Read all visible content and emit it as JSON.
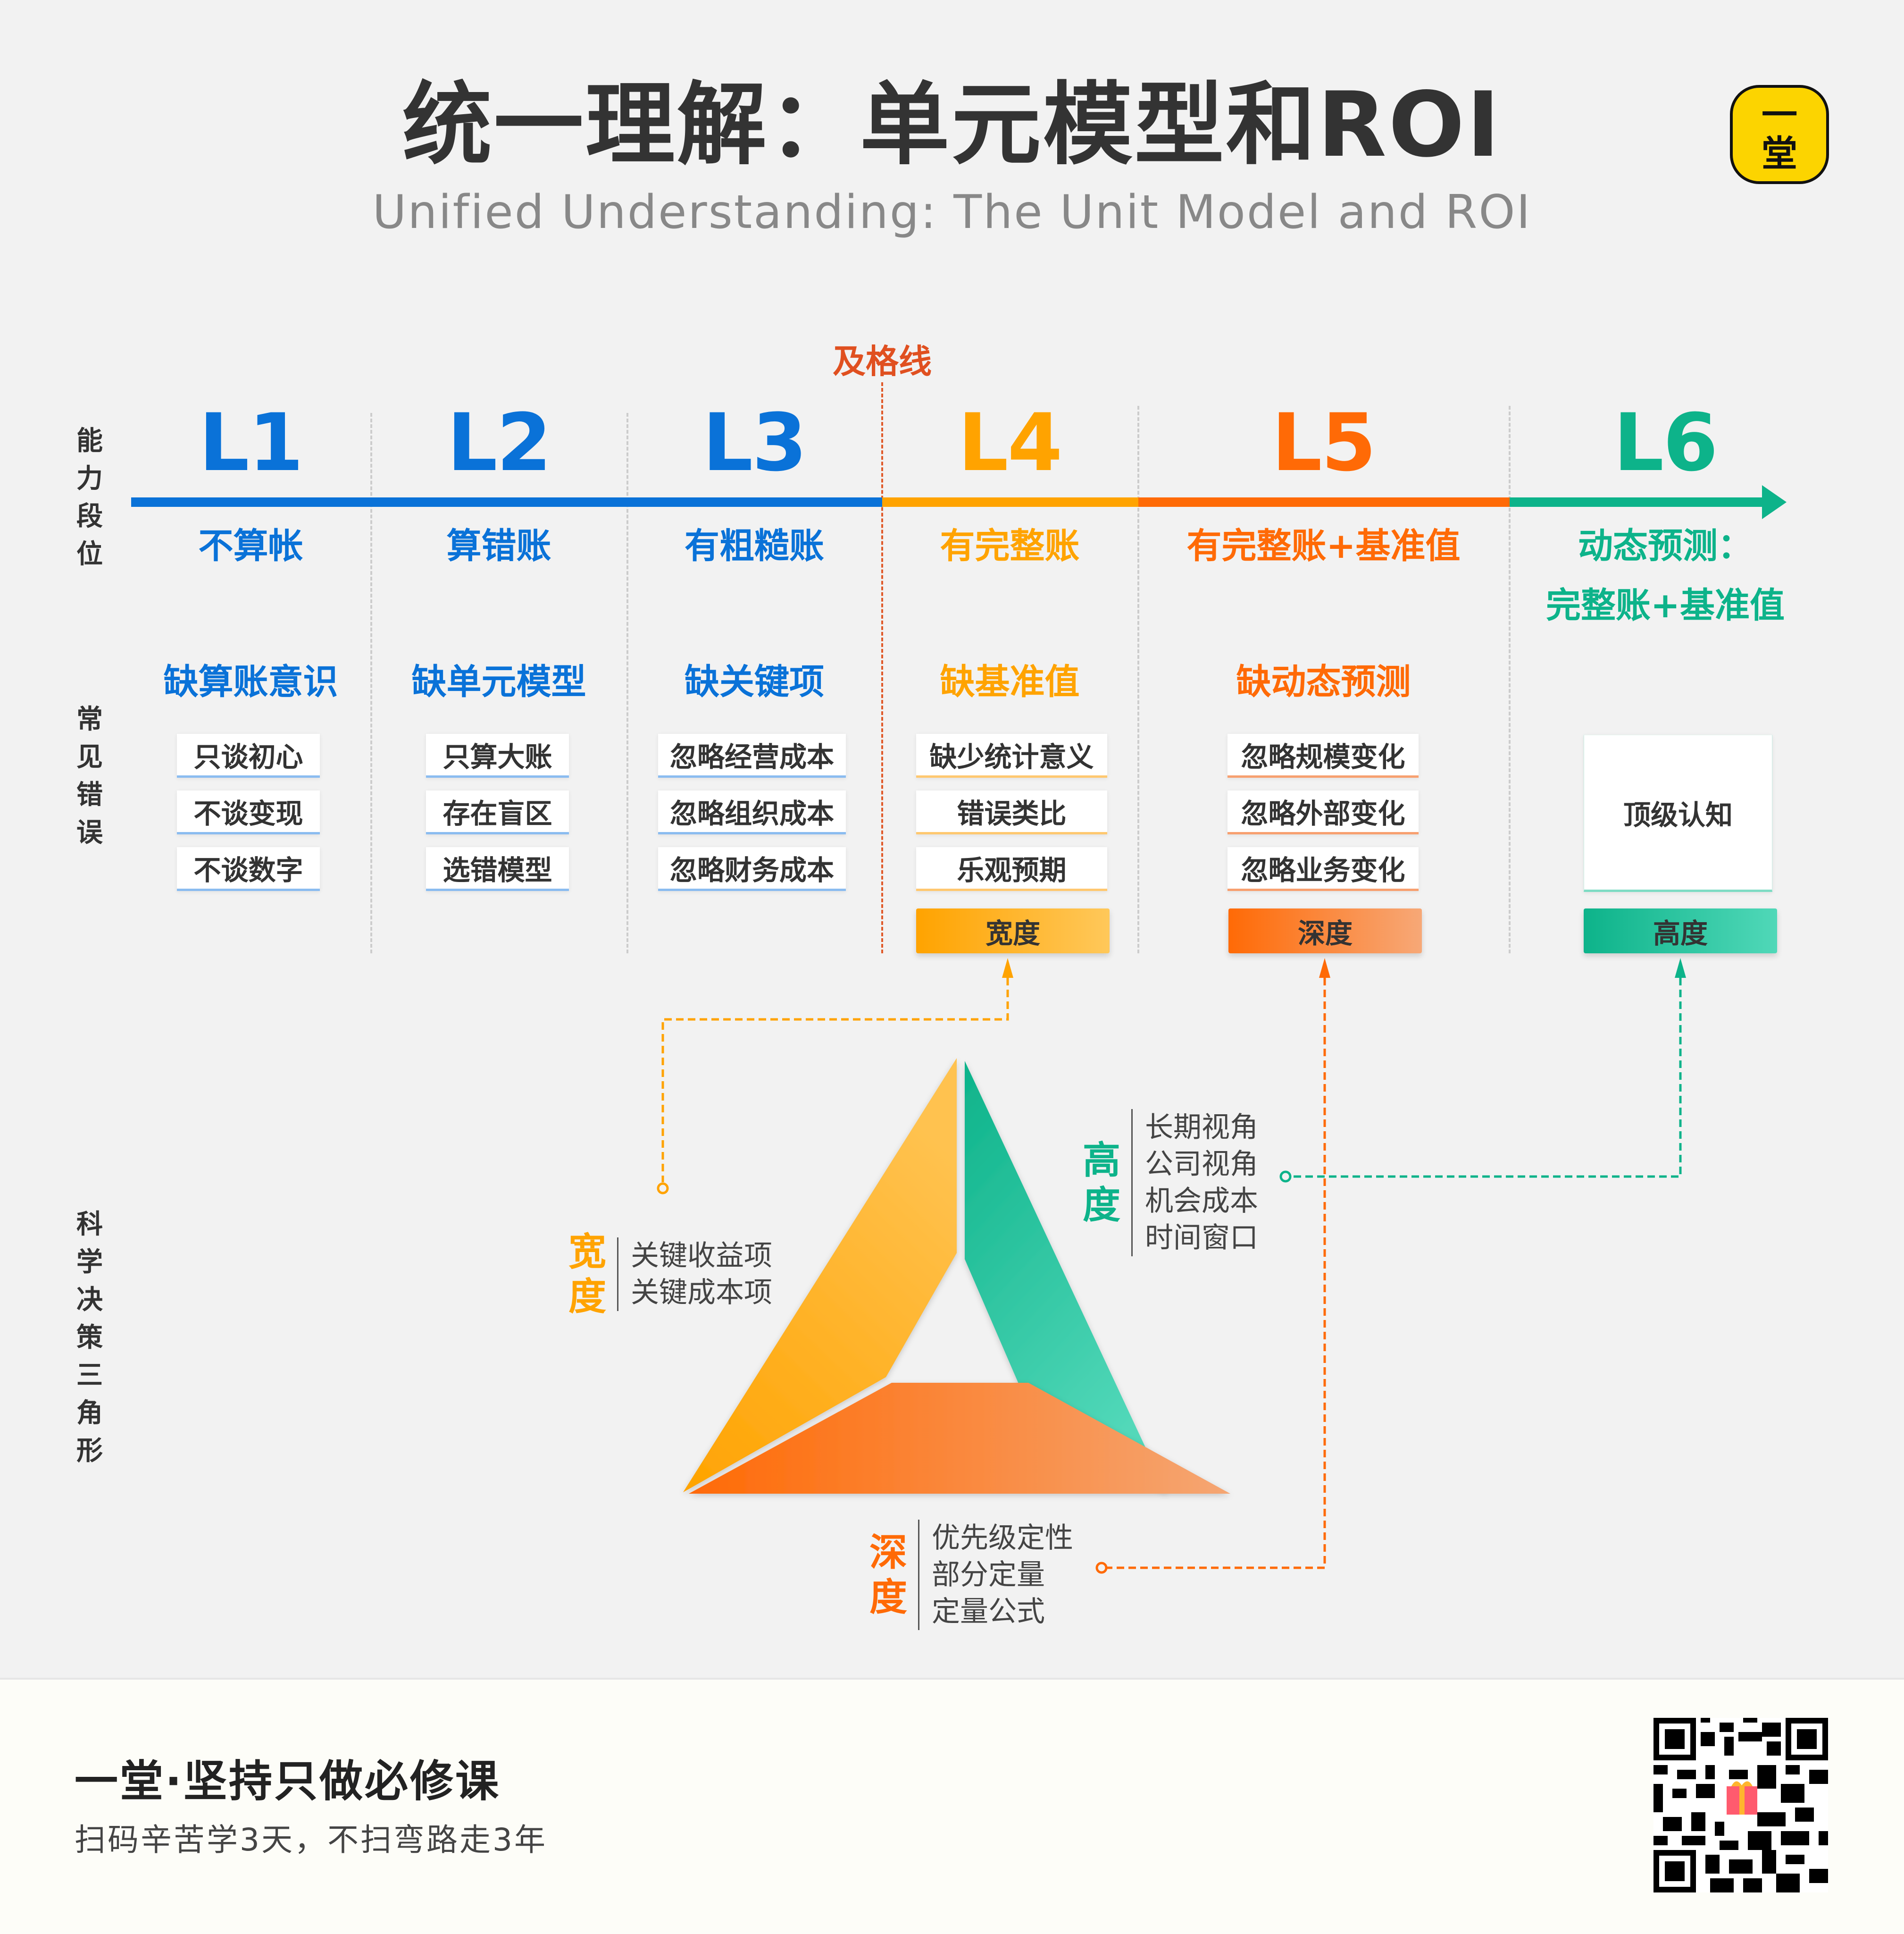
{
  "header": {
    "title": "统一理解：单元模型和ROI",
    "subtitle": "Unified Understanding: The Unit Model and ROI",
    "logo": {
      "line1": "一",
      "line2": "堂",
      "color": "#fcd400"
    }
  },
  "side_labels": {
    "ability": [
      "能",
      "力",
      "段",
      "位"
    ],
    "errors": [
      "常",
      "见",
      "错",
      "误"
    ],
    "triangle": [
      "科",
      "学",
      "决",
      "策",
      "三",
      "角",
      "形"
    ]
  },
  "passing_line": {
    "label": "及格线",
    "color": "#e05020"
  },
  "colors": {
    "blue": "#0a72d8",
    "yellow": "#ffa300",
    "orange": "#ff6a06",
    "green": "#0db38a",
    "text_dark": "#333333",
    "background": "#f2f2f2"
  },
  "levels": [
    {
      "id": "L1",
      "desc": "不算帐",
      "lack": "缺算账意识",
      "errors": [
        "只谈初心",
        "不谈变现",
        "不谈数字"
      ],
      "color": "#0a72d8"
    },
    {
      "id": "L2",
      "desc": "算错账",
      "lack": "缺单元模型",
      "errors": [
        "只算大账",
        "存在盲区",
        "选错模型"
      ],
      "color": "#0a72d8"
    },
    {
      "id": "L3",
      "desc": "有粗糙账",
      "lack": "缺关键项",
      "errors": [
        "忽略经营成本",
        "忽略组织成本",
        "忽略财务成本"
      ],
      "color": "#0a72d8"
    },
    {
      "id": "L4",
      "desc": "有完整账",
      "lack": "缺基准值",
      "errors": [
        "缺少统计意义",
        "错误类比",
        "乐观预期"
      ],
      "tag": "宽度",
      "color": "#ffa300"
    },
    {
      "id": "L5",
      "desc": "有完整账+基准值",
      "lack": "缺动态预测",
      "errors": [
        "忽略规模变化",
        "忽略外部变化",
        "忽略业务变化"
      ],
      "tag": "深度",
      "color": "#ff6a06"
    },
    {
      "id": "L6",
      "desc_line1": "动态预测：",
      "desc_line2": "完整账+基准值",
      "summary": "顶级认知",
      "tag": "高度",
      "color": "#0db38a"
    }
  ],
  "triangle": {
    "breadth": {
      "title": [
        "宽",
        "度"
      ],
      "items": [
        "关键收益项",
        "关键成本项"
      ],
      "color": "#ffa300"
    },
    "height": {
      "title": [
        "高",
        "度"
      ],
      "items": [
        "长期视角",
        "公司视角",
        "机会成本",
        "时间窗口"
      ],
      "color": "#0db38a"
    },
    "depth": {
      "title": [
        "深",
        "度"
      ],
      "items": [
        "优先级定性",
        "部分定量",
        "定量公式"
      ],
      "color": "#ff6a06"
    }
  },
  "footer": {
    "title": "一堂·坚持只做必修课",
    "subtitle": "扫码辛苦学3天，不扫弯路走3年",
    "qr_icon": "gift-icon"
  }
}
